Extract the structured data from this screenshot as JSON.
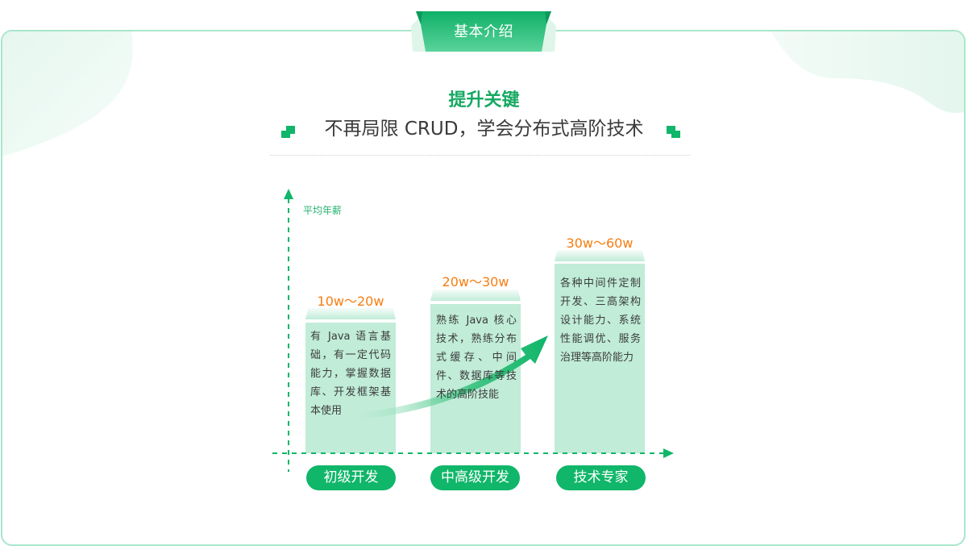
{
  "section_tab": {
    "label": "基本介绍"
  },
  "heading": {
    "title": "提升关键",
    "subtitle": "不再局限 CRUD，学会分布式高阶技术"
  },
  "colors": {
    "brand_green": "#10b669",
    "title_green": "#16a862",
    "salary_orange": "#f77d10",
    "bar_fill": "#c0ecd8",
    "border": "#a9e6cc"
  },
  "chart": {
    "y_axis_label": "平均年薪",
    "levels": [
      {
        "name": "初级开发",
        "salary": "10w～20w",
        "description": "有 Java 语言基础，有一定代码能力，掌握数据库、开发框架基本使用"
      },
      {
        "name": "中高级开发",
        "salary": "20w～30w",
        "description": "熟练 Java 核心技术，熟练分布式缓存、中间件、数据库等技术的高阶技能"
      },
      {
        "name": "技术专家",
        "salary": "30w～60w",
        "description": "各种中间件定制开发、三高架构设计能力、系统性能调优、服务治理等高阶能力"
      }
    ]
  }
}
